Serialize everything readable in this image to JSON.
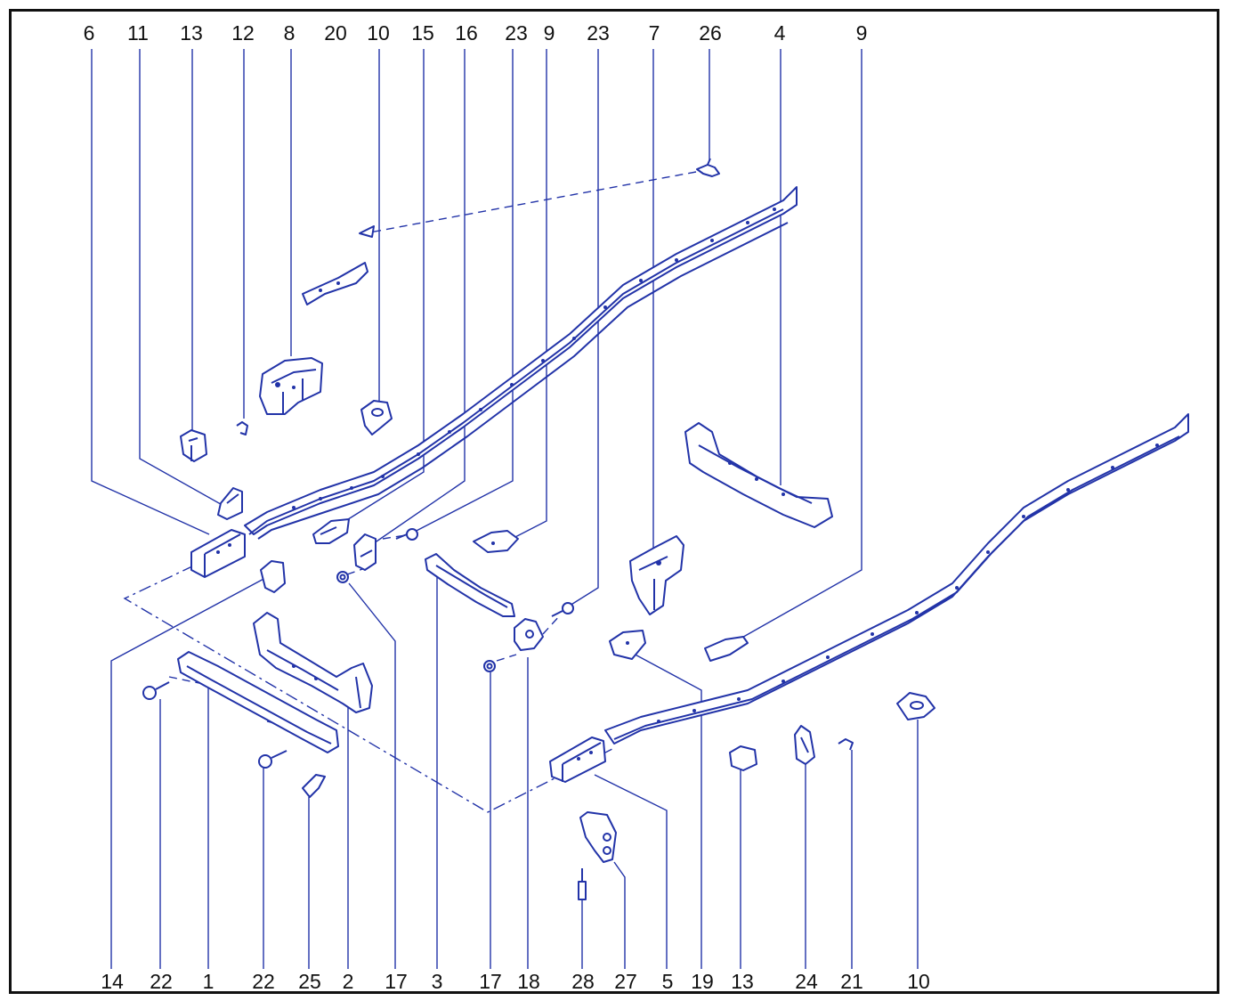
{
  "colors": {
    "ink": "#2233a8",
    "frame": "#111111",
    "background": "#ffffff"
  },
  "callouts_top": [
    "6",
    "11",
    "13",
    "12",
    "8",
    "20",
    "10",
    "15",
    "16",
    "23",
    "9",
    "23",
    "7",
    "26",
    "4",
    "9"
  ],
  "callouts_bottom": [
    "14",
    "22",
    "1",
    "22",
    "25",
    "2",
    "17",
    "3",
    "17",
    "18",
    "28",
    "27",
    "5",
    "19",
    "13",
    "24",
    "21",
    "10"
  ]
}
